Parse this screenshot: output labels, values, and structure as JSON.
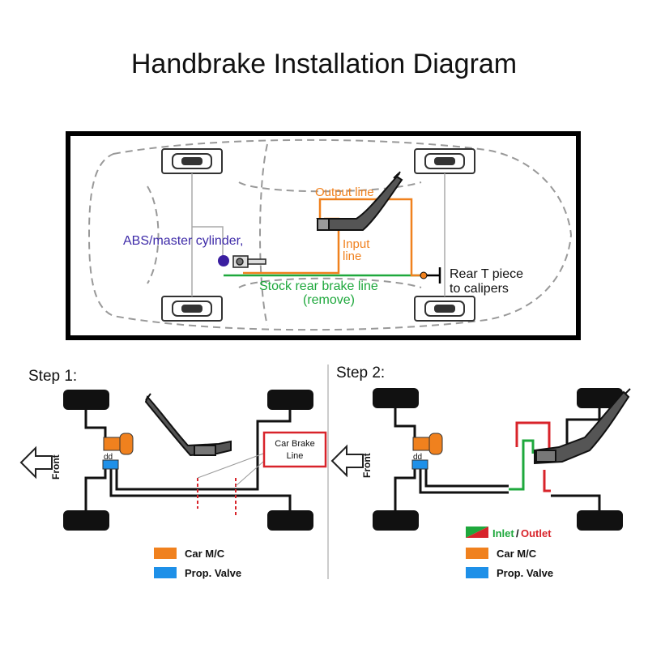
{
  "title": "Handbrake Installation Diagram",
  "overview": {
    "labels": {
      "abs": "ABS/master cylinder,",
      "output_line": "Output line",
      "input_line_1": "Input",
      "input_line_2": "line",
      "stock_line_1": "Stock rear brake line",
      "stock_line_2": "(remove)",
      "rear_t_1": "Rear T piece",
      "rear_t_2": "to calipers"
    }
  },
  "step1": {
    "label": "Step 1:",
    "front": "Front",
    "callout_1": "Car Brake",
    "callout_2": "Line",
    "legend": [
      {
        "label": "Car M/C",
        "color": "#f0811e"
      },
      {
        "label": "Prop. Valve",
        "color": "#1e90e8"
      }
    ]
  },
  "step2": {
    "label": "Step 2:",
    "front": "Front",
    "legend_inlet": "Inlet",
    "legend_sep": "/",
    "legend_outlet": "Outlet",
    "legend": [
      {
        "label": "Car M/C",
        "color": "#f0811e"
      },
      {
        "label": "Prop. Valve",
        "color": "#1e90e8"
      }
    ]
  },
  "colors": {
    "orange": "#f0811e",
    "blue": "#1e90e8",
    "green": "#1ea83c",
    "red": "#d8232a",
    "purple": "#3a1ea0",
    "text_purple": "#3d2aa8"
  }
}
